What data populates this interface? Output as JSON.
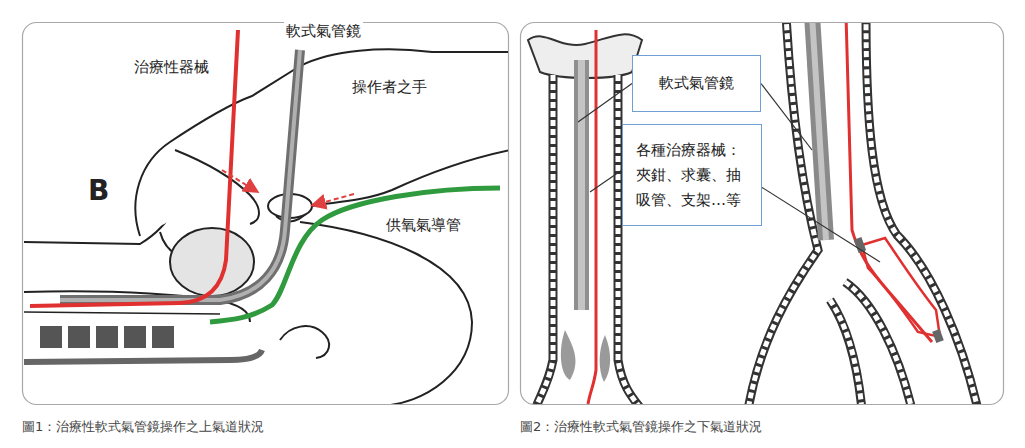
{
  "diagram": {
    "nodes": [
      {
        "text": [
          "軟式氣管鏡"
        ]
      },
      {
        "text": [
          "各種治療器械： 夾鉗、求囊、抽 吸管、支架…等"
        ]
      }
    ],
    "labels": [
      "B",
      "治療性器械",
      "軟式氣管鏡",
      "操作者之手",
      "供氧氣導管",
      "圖1：治療性軟式氣管鏡操作之上氣道狀況",
      "圖2：治療性軟式氣管鏡操作之下氣道狀況"
    ]
  }
}
